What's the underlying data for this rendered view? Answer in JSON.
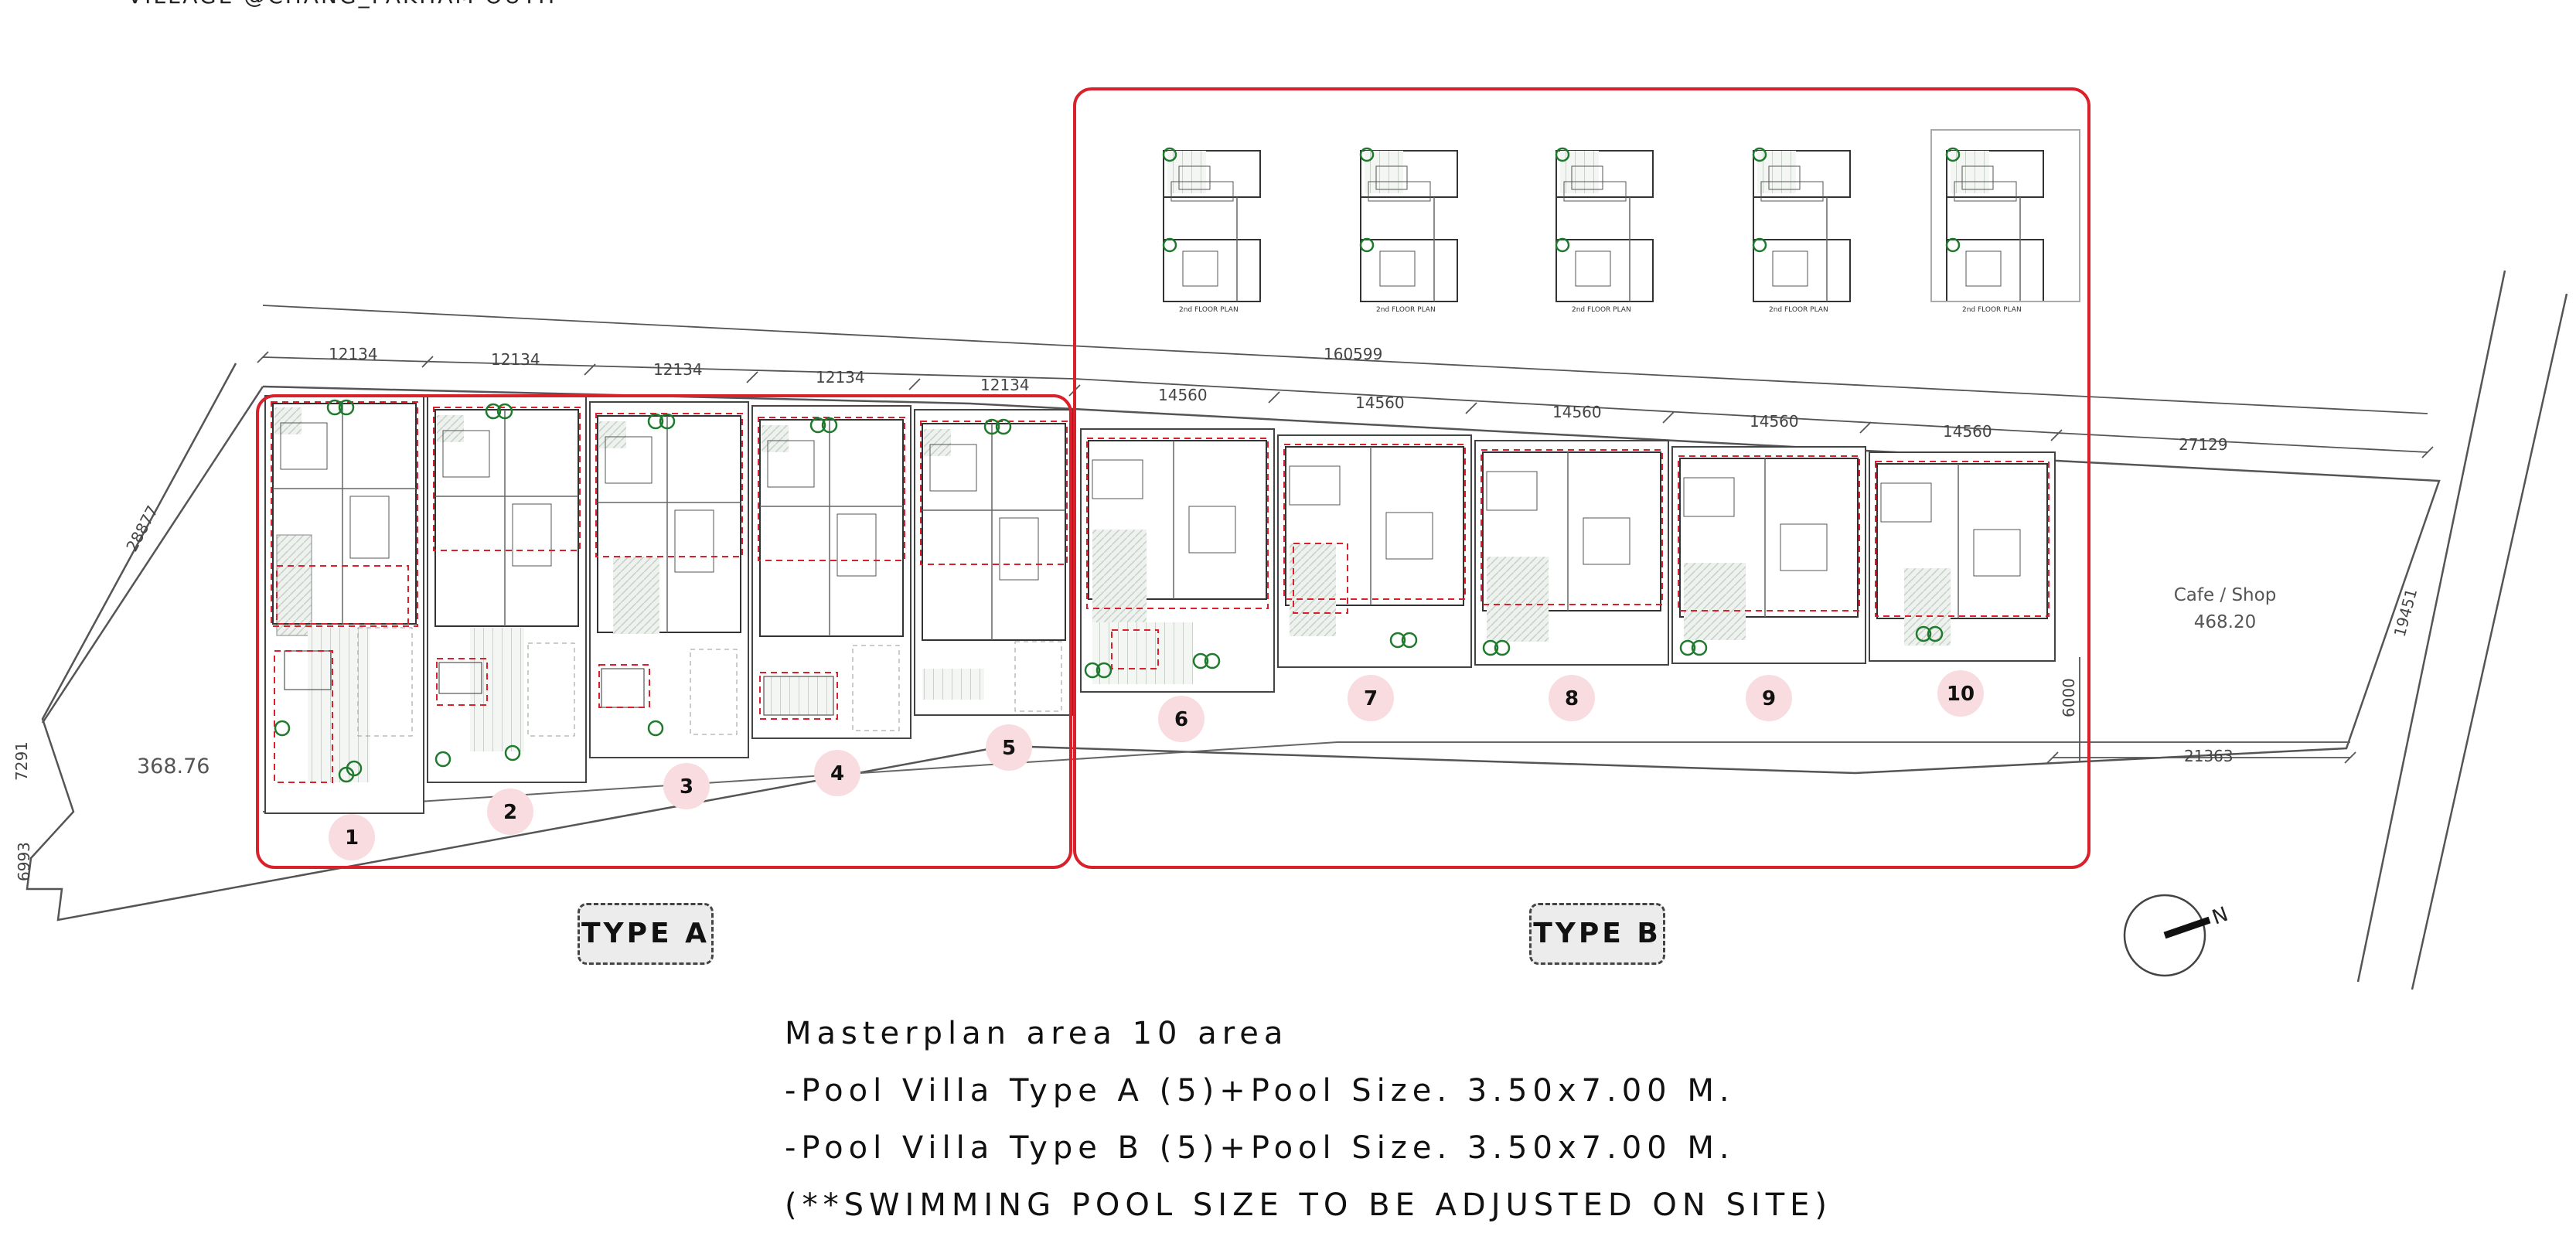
{
  "header_partial": "VILLAGE @CHANG_PAKHAM OUTH",
  "overall_dimension": "160599",
  "type_a_unit_width": "12134",
  "type_b_unit_width": "14560",
  "right_top_dimension": "27129",
  "bottom_right_dimension": "21363",
  "road_width_dimension": "6000",
  "left_dimensions": [
    "28877",
    "7291",
    "6993"
  ],
  "right_dimension": "19451",
  "left_area_label": "368.76",
  "cafe": {
    "name": "Cafe / Shop",
    "area": "468.20"
  },
  "unit_numbers": [
    "1",
    "2",
    "3",
    "4",
    "5",
    "6",
    "7",
    "8",
    "9",
    "10"
  ],
  "type_labels": {
    "a": "TYPE A",
    "b": "TYPE B"
  },
  "second_floor_caption": "2nd FLOOR PLAN",
  "north_label": "N",
  "notes": [
    "Masterplan area 10 area",
    "-Pool Villa Type A (5)+Pool Size. 3.50x7.00 M.",
    "-Pool Villa Type B (5)+Pool Size. 3.50x7.00 M.",
    "(**SWIMMING POOL SIZE TO BE ADJUSTED ON SITE)"
  ],
  "colors": {
    "highlight": "#d9212c",
    "badge": "#f9dcdf",
    "tree": "#1f7a2e",
    "paving": "#dfe8df"
  }
}
